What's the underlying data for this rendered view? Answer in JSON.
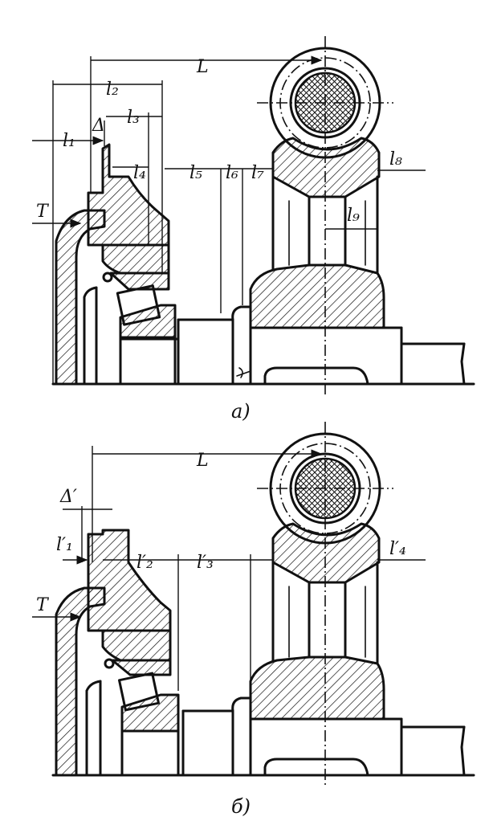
{
  "figure_a": {
    "caption": "а)",
    "labels": {
      "L": "L",
      "l1": "l₁",
      "l2": "l₂",
      "l3": "l₃",
      "l4": "l₄",
      "l5": "l₅",
      "l6": "l₆",
      "l7": "l₇",
      "l8": "l₈",
      "l9": "l₉",
      "delta": "Δ",
      "T": "T"
    }
  },
  "figure_b": {
    "caption": "б)",
    "labels": {
      "L": "L",
      "l1p": "l′₁",
      "l2p": "l′₂",
      "l3p": "l′₃",
      "l4p": "l′₄",
      "delta_p": "Δ′",
      "T": "T"
    }
  }
}
